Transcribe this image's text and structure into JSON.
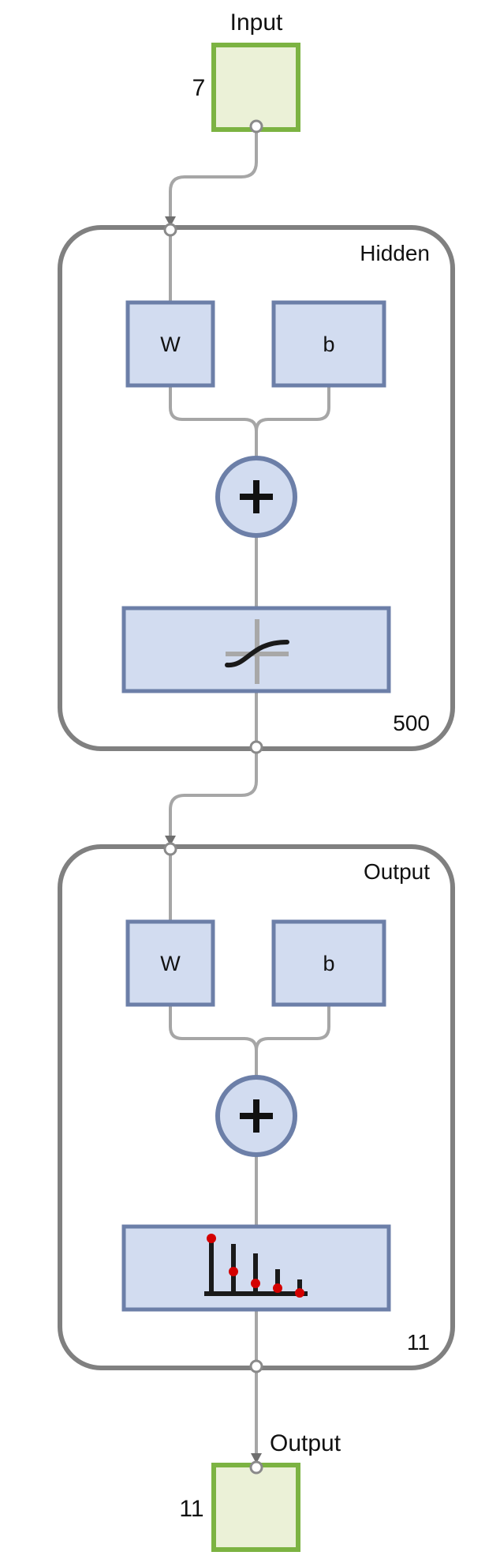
{
  "input": {
    "label": "Input",
    "size": "7"
  },
  "layers": [
    {
      "name": "Hidden",
      "size": "500",
      "weight_label": "W",
      "bias_label": "b",
      "sum_symbol": "+",
      "transfer": "tansig-icon"
    },
    {
      "name": "Output",
      "size": "11",
      "weight_label": "W",
      "bias_label": "b",
      "sum_symbol": "+",
      "transfer": "softmax-icon"
    }
  ],
  "output": {
    "label": "Output",
    "size": "11"
  },
  "colors": {
    "frame": "#808080",
    "wire": "#a6a6a6",
    "block_fill": "#d2dcf0",
    "block_border": "#6c7fa8",
    "io_fill": "#ebf1d7",
    "io_border": "#7cb342",
    "dot_red": "#d40000",
    "glyph": "#1a1a1a"
  }
}
